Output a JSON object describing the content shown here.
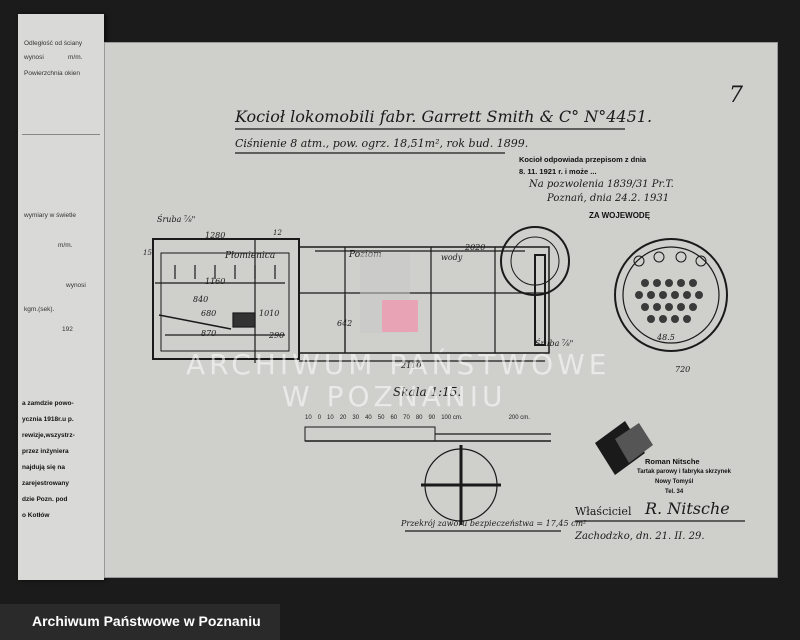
{
  "left_strip": {
    "lines": [
      "Odległość od ściany",
      "wynosi",
      "m/m.",
      "Powierzchnia okien",
      "wymiary w świetle",
      "m/m.",
      "wynosi",
      "kgm.(sek).",
      "192"
    ],
    "bottom_lines": [
      "a zamdzie powo-",
      "ycznia 1918r.u p.",
      "rewizje,wszystrz-",
      "przez inżyniera",
      "najdują się na",
      "zarejestrowany",
      "dzie Pozn. pod",
      "o Kotłów"
    ]
  },
  "drawing": {
    "title": "Kocioł lokomobili fabr. Garrett Smith & C° N°4451.",
    "subtitle": "Ciśnienie 8 atm., pow. ogrz. 18,51m², rok bud. 1899.",
    "page_number": "7",
    "labels": {
      "plomienica": "Płomienica",
      "poziom": "Poziom",
      "wody": "wody",
      "dim_1280": "1280",
      "dim_1160": "1160",
      "dim_2020": "2020",
      "dim_870": "870",
      "dim_290": "290",
      "dim_2110": "2110",
      "dim_1010": "1010",
      "dim_840": "840",
      "dim_642": "642",
      "dim_680": "680",
      "dim_720": "720",
      "dim_485": "48.5",
      "dim_12": "12",
      "dim_15": "15",
      "sruba_top": "Śruba ⅞\"",
      "sruba_bottom": "Śruba ⅞\""
    },
    "scale_label": "Skala 1:15.",
    "scale_ticks": [
      "10",
      "0",
      "10",
      "20",
      "30",
      "40",
      "50",
      "60",
      "70",
      "80",
      "90",
      "100 cm.",
      "200 cm."
    ],
    "valve_caption": "Przekrój zaworu bezpieczeństwa = 17,45 cm²",
    "stamp_lines": [
      "Kocioł odpowiada przepisom z dnia",
      "8. 11. 1921 r. i może ...",
      "Na pozwolenia 1839/31 Pr.T.",
      "Poznań, dnia 24.2. 1931",
      "ZA WOJEWODĘ"
    ],
    "owner_stamp": [
      "Roman Nitsche",
      "Tartak parowy i fabryka skrzynek",
      "Nowy Tomyśl",
      "Tel. 34"
    ],
    "owner_label": "Właściciel",
    "owner_signature": "R. Nitsche",
    "place_date": "Zachodzko, dn. 21. II. 29."
  },
  "watermark": [
    "ARCHIWUM PAŃSTWOWE",
    "W POZNANIU"
  ],
  "footer": {
    "label": "Archiwum Państwowe w Poznaniu"
  },
  "colors": {
    "sheet": "#cfcfcc",
    "ink": "#111111",
    "highlight": "#e8a4b4"
  }
}
